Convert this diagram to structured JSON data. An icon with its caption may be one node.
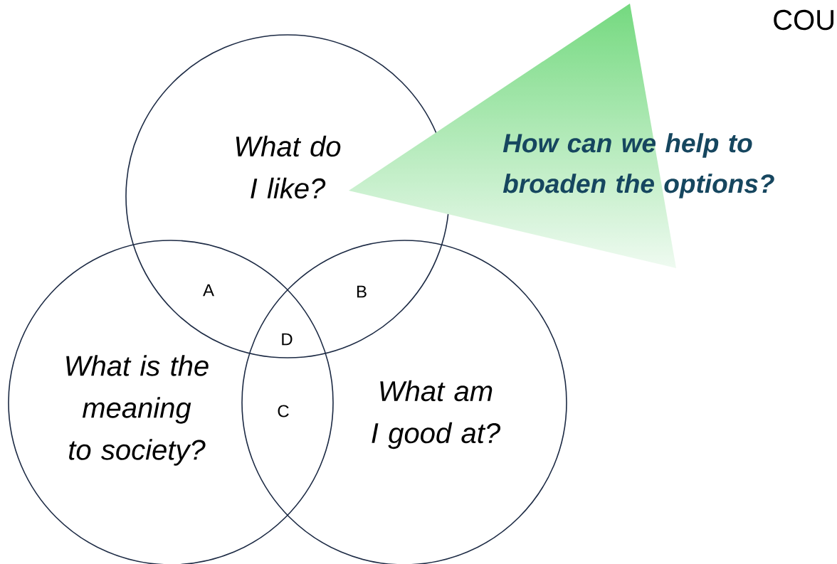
{
  "diagram": {
    "nodes": [
      {
        "text": [
          "What do I like?"
        ]
      },
      {
        "text": [
          "What is the meaning to society?"
        ]
      },
      {
        "text": [
          "What am I good at?"
        ]
      },
      {
        "text": [
          "How can we help to broaden the options?"
        ]
      }
    ],
    "labels": [
      "COU",
      "A",
      "B",
      "D",
      "C"
    ]
  }
}
